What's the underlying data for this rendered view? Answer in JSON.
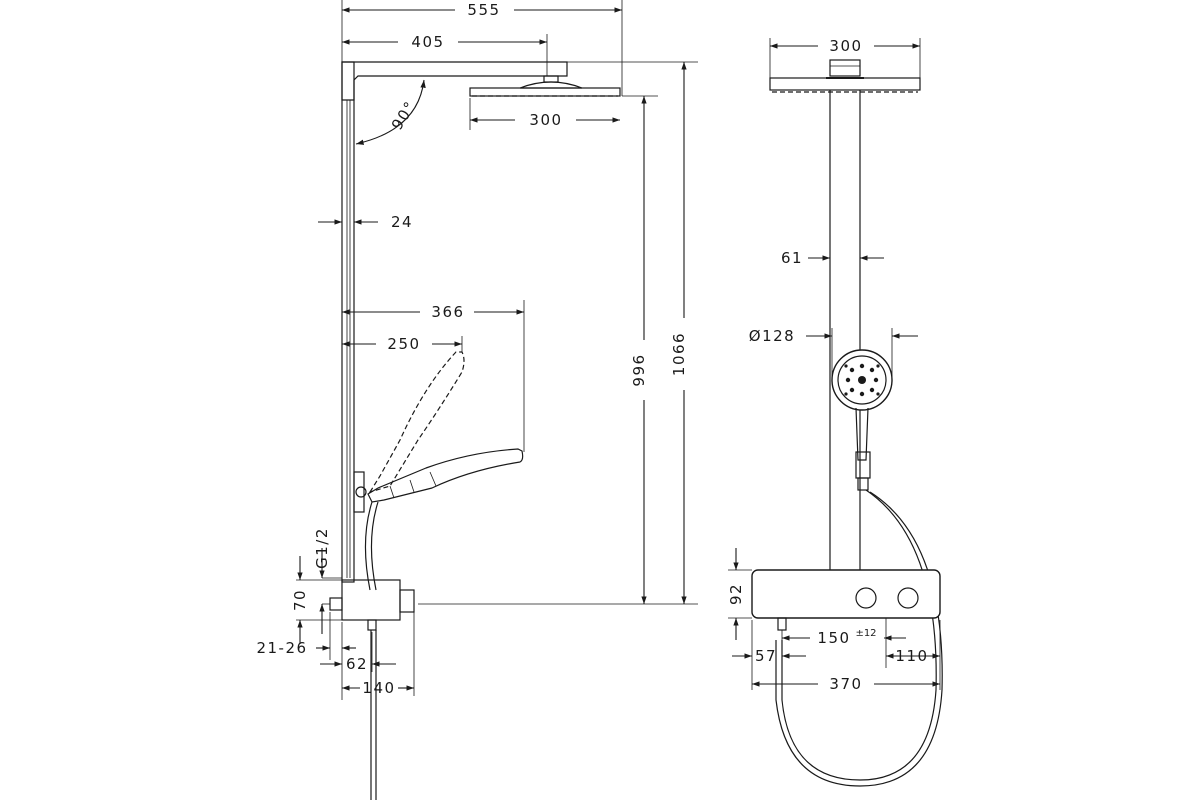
{
  "side_view": {
    "overall_width": "555",
    "arm_length": "405",
    "head_width": "300",
    "angle": "90°",
    "rail_width": "24",
    "hand_reach": "366",
    "hand_offset": "250",
    "height_to_head": "996",
    "total_height": "1066",
    "thread": "G1/2",
    "thermostat_depth": "70",
    "wall_distance": "21-26",
    "outlet_offset": "62",
    "thermostat_width": "140"
  },
  "front_view": {
    "head_width": "300",
    "rail_width": "61",
    "hand_diameter": "Ø128",
    "thermostat_height": "92",
    "center_distance": "150",
    "tolerance": "±12",
    "left_offset": "57",
    "right_offset": "110",
    "thermostat_length": "370"
  }
}
